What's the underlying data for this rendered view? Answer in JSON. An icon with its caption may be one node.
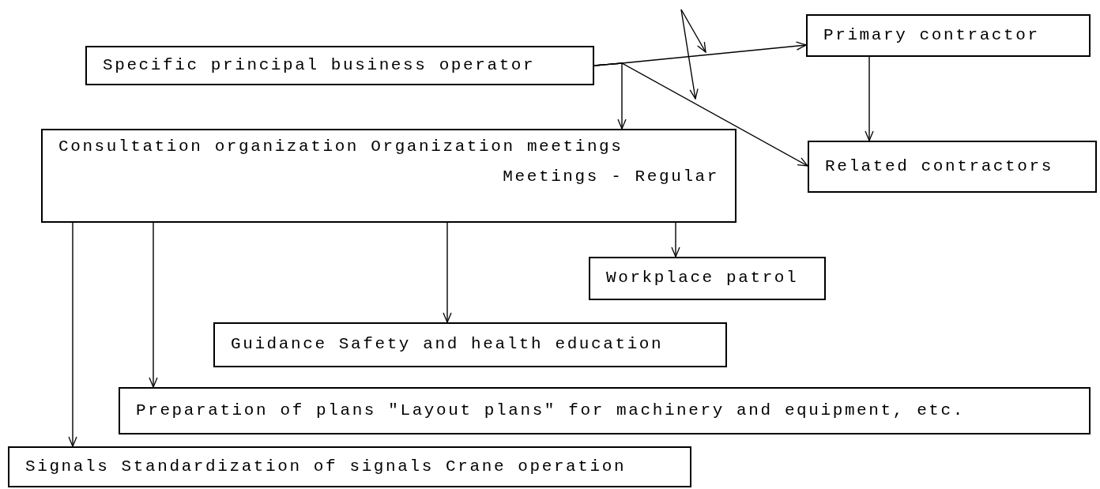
{
  "diagram": {
    "nodes": [
      {
        "text": [
          "Specific principal business operator"
        ]
      },
      {
        "text": [
          "Primary contractor"
        ]
      },
      {
        "text": [
          "Consultation organization Organization meetings",
          "Meetings - Regular"
        ]
      },
      {
        "text": [
          "Related contractors"
        ]
      },
      {
        "text": [
          "Workplace patrol"
        ]
      },
      {
        "text": [
          "Guidance Safety and health education"
        ]
      },
      {
        "text": [
          "Preparation of plans \"Layout plans\" for machinery and equipment, etc."
        ]
      },
      {
        "text": [
          "Signals Standardization of signals Crane operation"
        ]
      }
    ],
    "edges": [
      {
        "from": 0,
        "to": 1,
        "arrow": "to"
      },
      {
        "from": 0,
        "to": 2,
        "arrow": "to"
      },
      {
        "from": 0,
        "to": 3,
        "arrow": "to"
      },
      {
        "from": 1,
        "to": 3,
        "arrow": "to"
      },
      {
        "from": 2,
        "to": 4,
        "arrow": "to"
      },
      {
        "from": 2,
        "to": 5,
        "arrow": "to"
      },
      {
        "from": 2,
        "to": 6,
        "arrow": "to"
      },
      {
        "from": 2,
        "to": 7,
        "arrow": "to"
      }
    ]
  }
}
